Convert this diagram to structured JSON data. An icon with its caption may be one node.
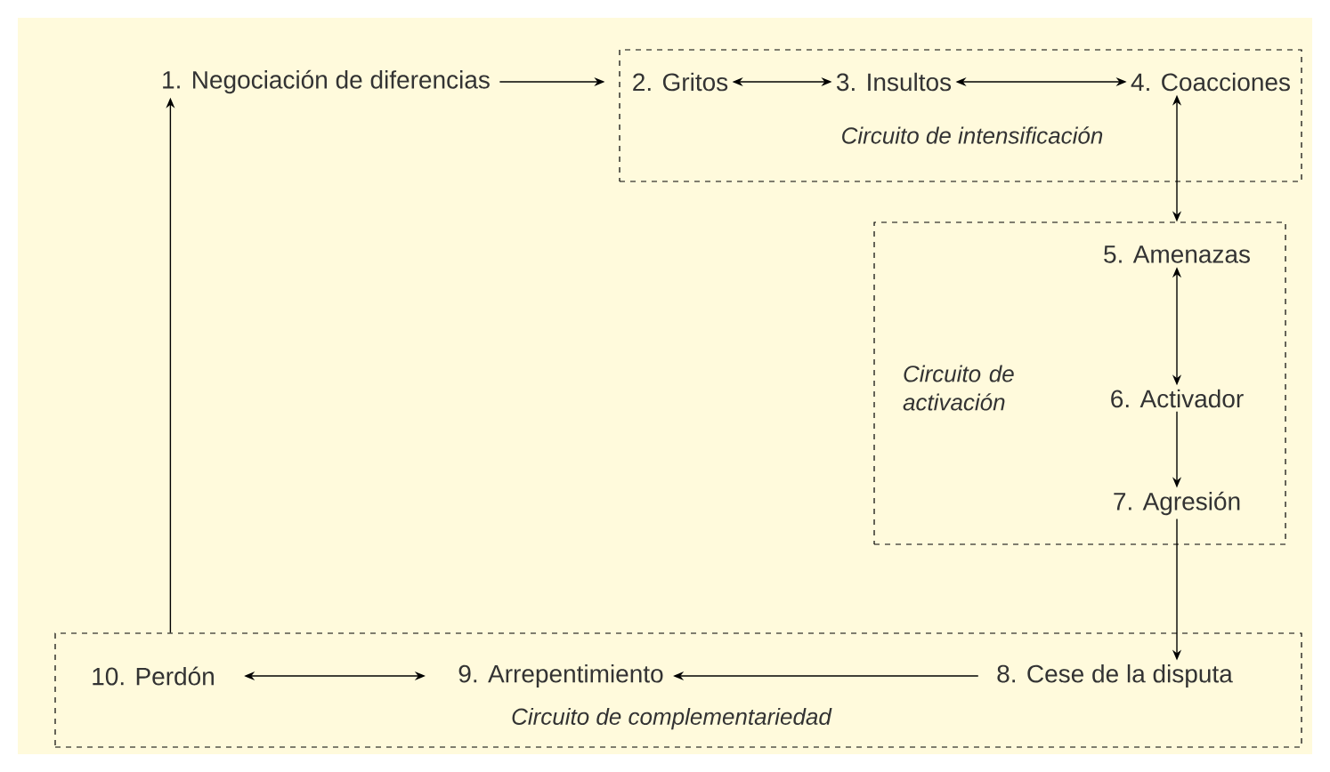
{
  "diagram": {
    "nodes": [
      {
        "text": [
          "1. Negociación de diferencias"
        ]
      },
      {
        "text": [
          "Circuito de intensificación"
        ]
      },
      {
        "text": [
          "2. Gritos"
        ],
        "in": 1
      },
      {
        "text": [
          "3. Insultos"
        ],
        "in": 1
      },
      {
        "text": [
          "4. Coacciones"
        ],
        "in": 1
      },
      {
        "text": [
          "Circuito de activación"
        ]
      },
      {
        "text": [
          "5. Amenazas"
        ],
        "in": 5
      },
      {
        "text": [
          "6. Activador"
        ],
        "in": 5
      },
      {
        "text": [
          "7. Agresión"
        ],
        "in": 5
      },
      {
        "text": [
          "Circuito de complementariedad"
        ]
      },
      {
        "text": [
          "10. Perdón"
        ],
        "in": 9
      },
      {
        "text": [
          "9. Arrepentimiento"
        ],
        "in": 9
      },
      {
        "text": [
          "8. Cese de la disputa"
        ],
        "in": 9
      }
    ],
    "edges": [
      {
        "from": 0,
        "to": 1,
        "arrow": "to"
      },
      {
        "from": 2,
        "to": 3,
        "arrow": "both"
      },
      {
        "from": 3,
        "to": 4,
        "arrow": "both"
      },
      {
        "from": 4,
        "to": 5,
        "arrow": "both"
      },
      {
        "from": 6,
        "to": 7,
        "arrow": "both"
      },
      {
        "from": 7,
        "to": 8,
        "arrow": "to"
      },
      {
        "from": 8,
        "to": 12,
        "arrow": "to"
      },
      {
        "from": 12,
        "to": 11,
        "arrow": "to"
      },
      {
        "from": 10,
        "to": 11,
        "arrow": "both"
      },
      {
        "from": 9,
        "to": 0,
        "arrow": "to"
      }
    ]
  }
}
